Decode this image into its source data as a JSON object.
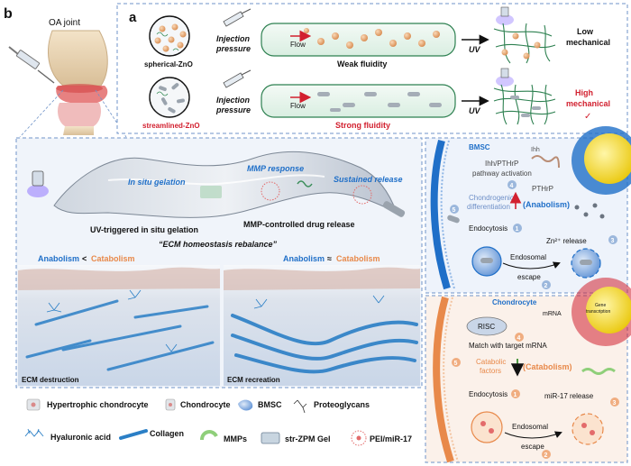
{
  "panel_b": {
    "letter": "b",
    "joint_label": "OA joint"
  },
  "panel_a": {
    "letter": "a",
    "row1": {
      "material": "spherical-ZnO",
      "step1": "Injection",
      "step2": "pressure",
      "flow": "Flow",
      "fluidity": "Weak fluidity",
      "uv": "UV",
      "result1": "Low",
      "result2": "mechanical"
    },
    "row2": {
      "material": "streamlined-ZnO",
      "step1": "Injection",
      "step2": "pressure",
      "flow": "Flow",
      "fluidity": "Strong fluidity",
      "uv": "UV",
      "result1": "High",
      "result2": "mechanical",
      "check": "✓"
    }
  },
  "injection_panel": {
    "insitu": "In situ gelation",
    "mmp": "MMP response",
    "sustained": "Sustained release",
    "uv_caption": "UV-triggered in situ gelation",
    "mmp_caption": "MMP-controlled drug release"
  },
  "ecm": {
    "title": "“ECM homeostasis rebalance”",
    "left_anabolism": "Anabolism",
    "left_sign": "<",
    "left_catabolism": "Catabolism",
    "right_anabolism": "Anabolism",
    "right_sign": "≈",
    "right_catabolism": "Catabolism",
    "destruction": "ECM destruction",
    "recreation": "ECM recreation"
  },
  "bmsc_panel": {
    "title": "BMSC",
    "ihh": "Ihh",
    "pathway1": "Ihh/PTHrP",
    "pathway2": "pathway activation",
    "pthrp": "PTHrP",
    "chondro1": "Chondrogenic",
    "chondro2": "differentiation",
    "anabolism": "(Anabolism)",
    "endocytosis": "Endocytosis",
    "zn": "Zn²⁺ release",
    "endosomal1": "Endosomal",
    "endosomal2": "escape",
    "n1": "1",
    "n2": "2",
    "n3": "3",
    "n4": "4",
    "n5": "5"
  },
  "chondrocyte_panel": {
    "title": "Chondrocyte",
    "mrna": "mRNA",
    "gene1": "Gene",
    "gene2": "transcription",
    "risc": "RISC",
    "match": "Match with target mRNA",
    "catabolic1": "Catabolic",
    "catabolic2": "factors",
    "catabolism": "(Catabolism)",
    "endocytosis": "Endocytosis",
    "mir": "miR-17 release",
    "endosomal1": "Endosomal",
    "endosomal2": "escape",
    "n1": "1",
    "n2": "2",
    "n3": "3",
    "n4": "4",
    "n5": "5"
  },
  "legend": [
    {
      "label": "Hypertrophic chondrocyte",
      "icon": "hypertrophic-chondrocyte-icon"
    },
    {
      "label": "Chondrocyte",
      "icon": "chondrocyte-icon"
    },
    {
      "label": "BMSC",
      "icon": "bmsc-icon"
    },
    {
      "label": "Proteoglycans",
      "icon": "proteoglycan-icon"
    },
    {
      "label": "Hyaluronic acid",
      "icon": "hyaluronic-acid-icon"
    },
    {
      "label": "Collagen",
      "icon": "collagen-icon"
    },
    {
      "label": "MMPs",
      "icon": "mmp-icon"
    },
    {
      "label": "str-ZPM Gel",
      "icon": "gel-icon"
    },
    {
      "label": "PEI/miR-17",
      "icon": "pei-mir-icon"
    }
  ],
  "colors": {
    "blue": "#1f6fc8",
    "orange": "#e8894a",
    "red": "#d2202f",
    "panel_bg": "#eef3fb",
    "dash": "#6f93c8"
  }
}
